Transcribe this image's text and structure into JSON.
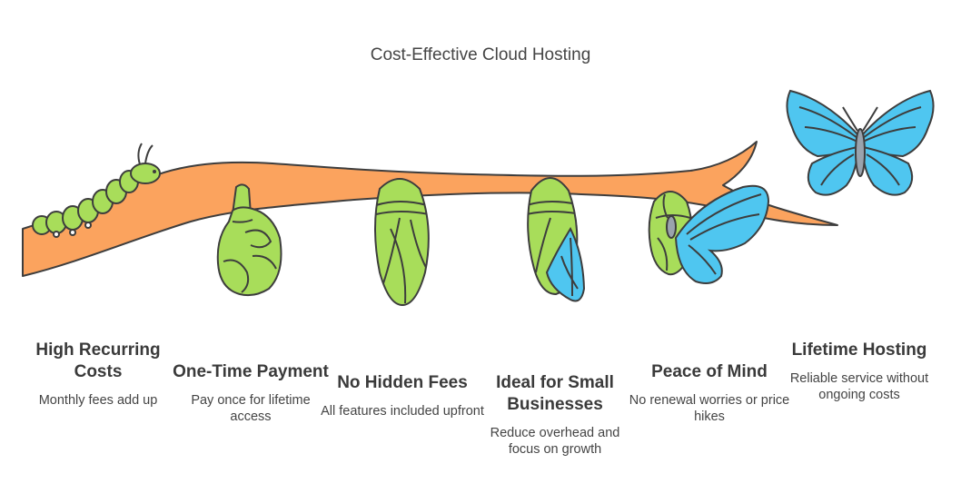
{
  "title": "Cost-Effective Cloud Hosting",
  "stages": [
    {
      "heading": "High Recurring Costs",
      "description": "Monthly fees add up"
    },
    {
      "heading": "One-Time Payment",
      "description": "Pay once for lifetime access"
    },
    {
      "heading": "No Hidden Fees",
      "description": "All features included upfront"
    },
    {
      "heading": "Ideal for Small Businesses",
      "description": "Reduce overhead and focus on growth"
    },
    {
      "heading": "Peace of Mind",
      "description": "No renewal worries or price hikes"
    },
    {
      "heading": "Lifetime Hosting",
      "description": "Reliable service without ongoing costs"
    }
  ],
  "colors": {
    "branch": "#fba35e",
    "green": "#a8dd5a",
    "blue": "#4fc6f0",
    "outline": "#3d3d3d"
  },
  "icons": [
    "caterpillar-icon",
    "chrysalis-icon",
    "cocoon-icon",
    "emerging-butterfly-icon",
    "hatching-butterfly-icon",
    "butterfly-icon"
  ]
}
